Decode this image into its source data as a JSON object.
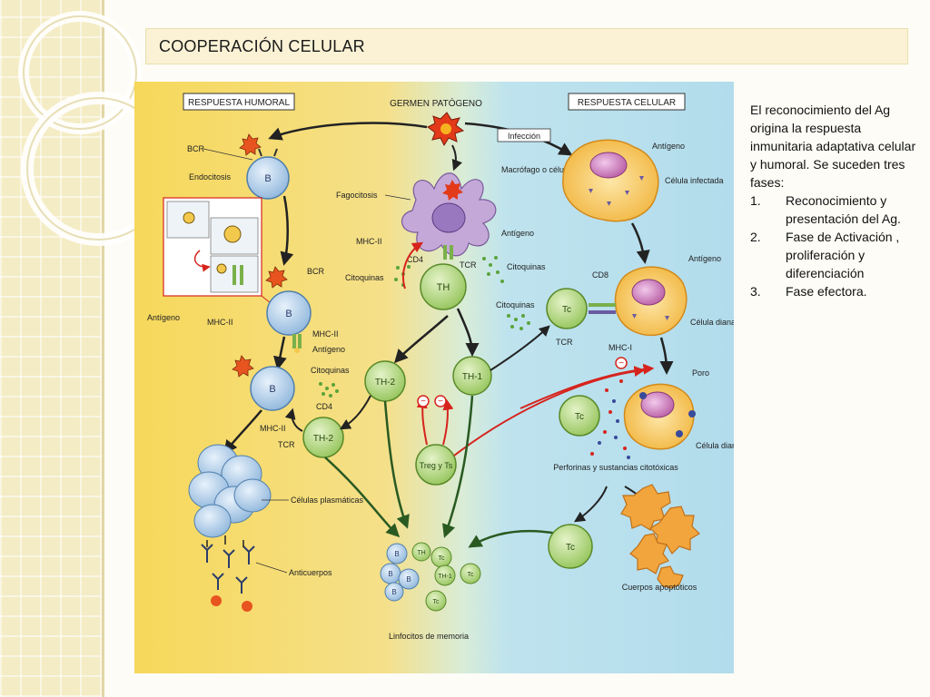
{
  "slide": {
    "title": "COOPERACIÓN CELULAR",
    "intro": "El reconocimiento del Ag origina la respuesta inmunitaria adaptativa celular y humoral. Se suceden tres fases:",
    "phases": [
      {
        "num": "1.",
        "text": "Reconocimiento y presentación del Ag."
      },
      {
        "num": "2.",
        "text": "Fase de Activación , proliferación y diferenciación"
      },
      {
        "num": "3.",
        "text": "Fase efectora."
      }
    ]
  },
  "diagram": {
    "humoral_header": "RESPUESTA HUMORAL",
    "pathogen_header": "GERMEN PATÓGENO",
    "cellular_header": "RESPUESTA CELULAR",
    "infection": "Infección",
    "bcr_1": "BCR",
    "b_1": "B",
    "endocitosis": "Endocitosis",
    "bcr_2": "BCR",
    "b_2": "B",
    "antigeno_left": "Antígeno",
    "mhc2_left": "MHC-II",
    "mhc2_b": "MHC-II",
    "antigeno_b": "Antígeno",
    "b_3": "B",
    "citoquinas_1": "Citoquinas",
    "cd4_left": "CD4",
    "mhc2_b3": "MHC-II",
    "tcr_left": "TCR",
    "th2_a": "TH-2",
    "th2_b": "TH-2",
    "celulas_plasmaticas": "Células plasmáticas",
    "anticuerpos": "Anticuerpos",
    "fagocitosis": "Fagocitosis",
    "macrofago": "Macrófago o célula dendrítica",
    "antigeno_mac": "Antígeno",
    "mhc2_mac": "MHC-II",
    "cd4_mid": "CD4",
    "tcr_mid": "TCR",
    "citoquinas_2": "Citoquinas",
    "citoquinas_3": "Citoquinas",
    "citoquinas_4": "Citoquinas",
    "th": "TH",
    "th1": "TH-1",
    "treg": "Treg y Ts",
    "memory_label": "Linfocitos de memoria",
    "mem_cells": [
      "B",
      "TH",
      "Tc",
      "B",
      "B",
      "TH-1",
      "Tc",
      "B",
      "Tc"
    ],
    "antigeno_inf": "Antígeno",
    "celula_infectada": "Célula infectada",
    "cd8": "CD8",
    "antigeno_diana": "Antígeno",
    "tc_1": "Tc",
    "tcr_right": "TCR",
    "mhc1": "MHC-I",
    "celula_diana_1": "Célula diana",
    "poro": "Poro",
    "tc_2": "Tc",
    "perforinas": "Perforinas y sustancias citotóxicas",
    "celula_diana_2": "Célula diana",
    "tc_3": "Tc",
    "cuerpos": "Cuerpos apoptóticos",
    "minus": "−"
  },
  "colors": {
    "humoral_bg": "#f6d85a",
    "cellular_bg": "#bfe3ee",
    "b_cell": "#a9c9e6",
    "t_cell": "#b7d880",
    "infected_cell": "#f7c45a",
    "apoptotic": "#f1a53c",
    "arrow_red": "#d6241d",
    "arrow_green": "#2a5a22"
  }
}
